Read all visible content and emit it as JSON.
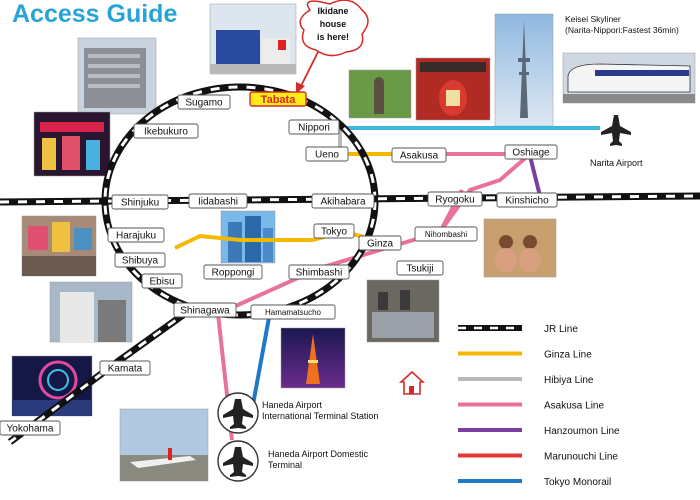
{
  "title": "Access Guide",
  "callout": {
    "lines": [
      "Ikidane",
      "house",
      "is here!"
    ]
  },
  "lines": {
    "jr": {
      "color": "#111111"
    },
    "ginza": {
      "color": "#f5b800"
    },
    "hibiya": {
      "color": "#b8b8b8"
    },
    "asakusa": {
      "color": "#e9729a"
    },
    "hanzomon": {
      "color": "#7b3fa0"
    },
    "marunouchi": {
      "color": "#e23a33"
    },
    "monorail": {
      "color": "#1f78c8"
    }
  },
  "stations": {
    "tabata": "Tabata",
    "sugamo": "Sugamo",
    "ikebukuro": "Ikebukuro",
    "nippori": "Nippori",
    "ueno": "Ueno",
    "asakusa": "Asakusa",
    "oshiage": "Oshiage",
    "shinjuku": "Shinjuku",
    "iidabashi": "Iidabashi",
    "akihabara": "Akihabara",
    "ryogoku": "Ryogoku",
    "kinshicho": "Kinshicho",
    "harajuku": "Harajuku",
    "tokyo": "Tokyo",
    "ginza": "Ginza",
    "nihombashi": "Nihombashi",
    "shibuya": "Shibuya",
    "roppongi": "Roppongi",
    "shimbashi": "Shimbashi",
    "tsukiji": "Tsukiji",
    "ebisu": "Ebisu",
    "shinagawa": "Shinagawa",
    "hamamatsucho": "Hamamatsucho",
    "kamata": "Kamata",
    "yokohama": "Yokohama"
  },
  "airports": {
    "narita": "Narita Airport",
    "haneda_intl": [
      "Haneda Airport",
      "International Terminal Station"
    ],
    "haneda_dom": [
      "Haneda Airport Domestic",
      "Terminal"
    ]
  },
  "skyliner": [
    "Keisei Skyliner",
    "(Narita-Nippori:Fastest 36min)"
  ],
  "legend": [
    {
      "label": "JR Line",
      "style": "jr"
    },
    {
      "label": "Ginza Line",
      "style": "ginza"
    },
    {
      "label": "Hibiya Line",
      "style": "hibiya"
    },
    {
      "label": "Asakusa Line",
      "style": "asakusa"
    },
    {
      "label": "Hanzoumon Line",
      "style": "hanzomon"
    },
    {
      "label": "Marunouchi Line",
      "style": "marunouchi"
    },
    {
      "label": "Tokyo Monorail",
      "style": "monorail"
    }
  ]
}
